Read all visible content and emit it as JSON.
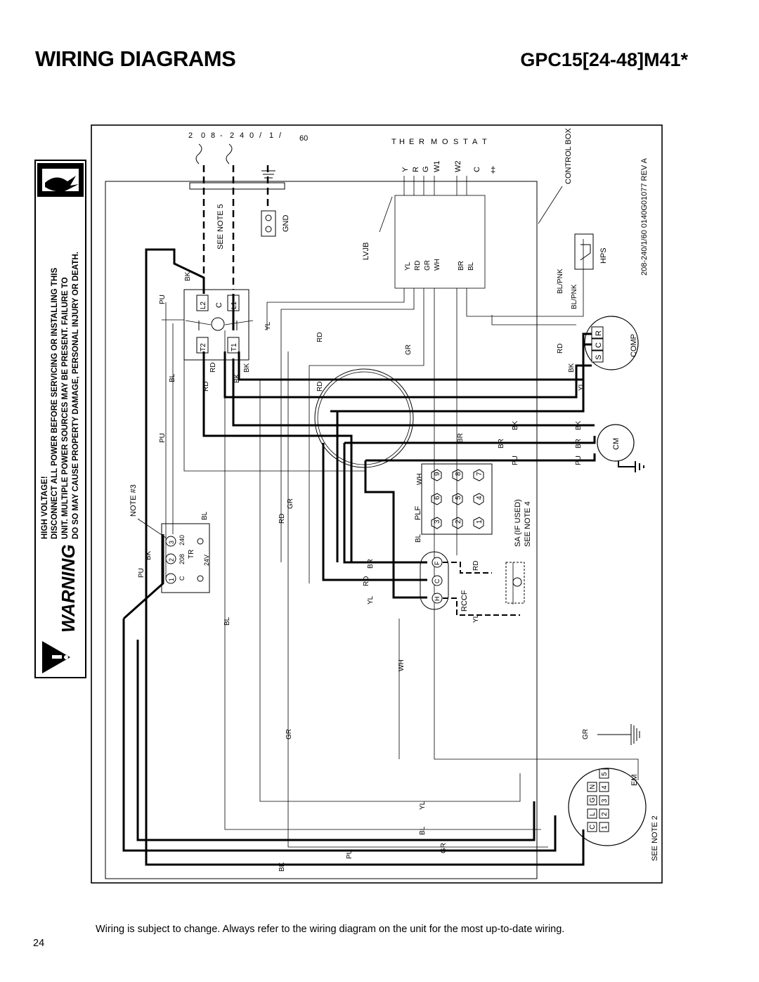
{
  "header": {
    "title": "WIRING DIAGRAMS",
    "model": "GPC15[24-48]M41*"
  },
  "warning": {
    "badge": "WARNING",
    "lines": [
      "HIGH VOLTAGE!",
      "DISCONNECT ALL POWER BEFORE SERVICING OR INSTALLING THIS",
      "UNIT.  MULTIPLE POWER SOURCES MAY BE PRESENT.  FAILURE TO",
      "DO SO MAY CAUSE PROPERTY DAMAGE, PERSONAL INJURY OR DEATH."
    ]
  },
  "diagram": {
    "supply_labels": [
      "208-240/1/60"
    ],
    "thermostat_header": "THERMOSTAT",
    "thermostat_terminals": [
      "Y",
      "R",
      "G",
      "W1",
      "W2",
      "C"
    ],
    "lvjb_label": "LVJB",
    "lvjb_wires_a": [
      "YL",
      "RD",
      "GR",
      "WH"
    ],
    "lvjb_wires_b": [
      "BR",
      "BL"
    ],
    "control_box": "CONTROL BOX",
    "gnd": "GND",
    "see_note_5": "SEE NOTE 5",
    "contactor_terms": [
      "L2",
      "C",
      "L1",
      "T2",
      "T1"
    ],
    "hps": "HPS",
    "bl_pnk": "BL/PNK",
    "comp": "COMP",
    "comp_terms": [
      "S",
      "C",
      "R"
    ],
    "cm": "CM",
    "plf": "PLF",
    "plf_pins": [
      "1",
      "2",
      "3",
      "4",
      "5",
      "6",
      "7",
      "8",
      "9"
    ],
    "sa": "SA (IF USED)",
    "see_note_4": "SEE NOTE 4",
    "rccf": "RCCF",
    "rccf_terms": [
      "H",
      "C",
      "F"
    ],
    "tr": "TR",
    "tr_terms": [
      "1",
      "2",
      "3"
    ],
    "tr_labels": [
      "C",
      "208",
      "240",
      "24V"
    ],
    "note3": "NOTE #3",
    "em": "EM",
    "em_terms": [
      "C",
      "L",
      "G",
      "N",
      "1",
      "2",
      "3",
      "4",
      "5"
    ],
    "see_note_2": "SEE NOTE 2",
    "part_number": "208-240/1/60  0140G01077  REV A",
    "wire_labels": [
      "BK",
      "PU",
      "BL",
      "RD",
      "YL",
      "GR",
      "BR",
      "WH"
    ]
  },
  "footer": {
    "note": "Wiring is subject to change.  Always refer to the wiring diagram on the unit for the most up-to-date wiring.",
    "page": "24"
  }
}
